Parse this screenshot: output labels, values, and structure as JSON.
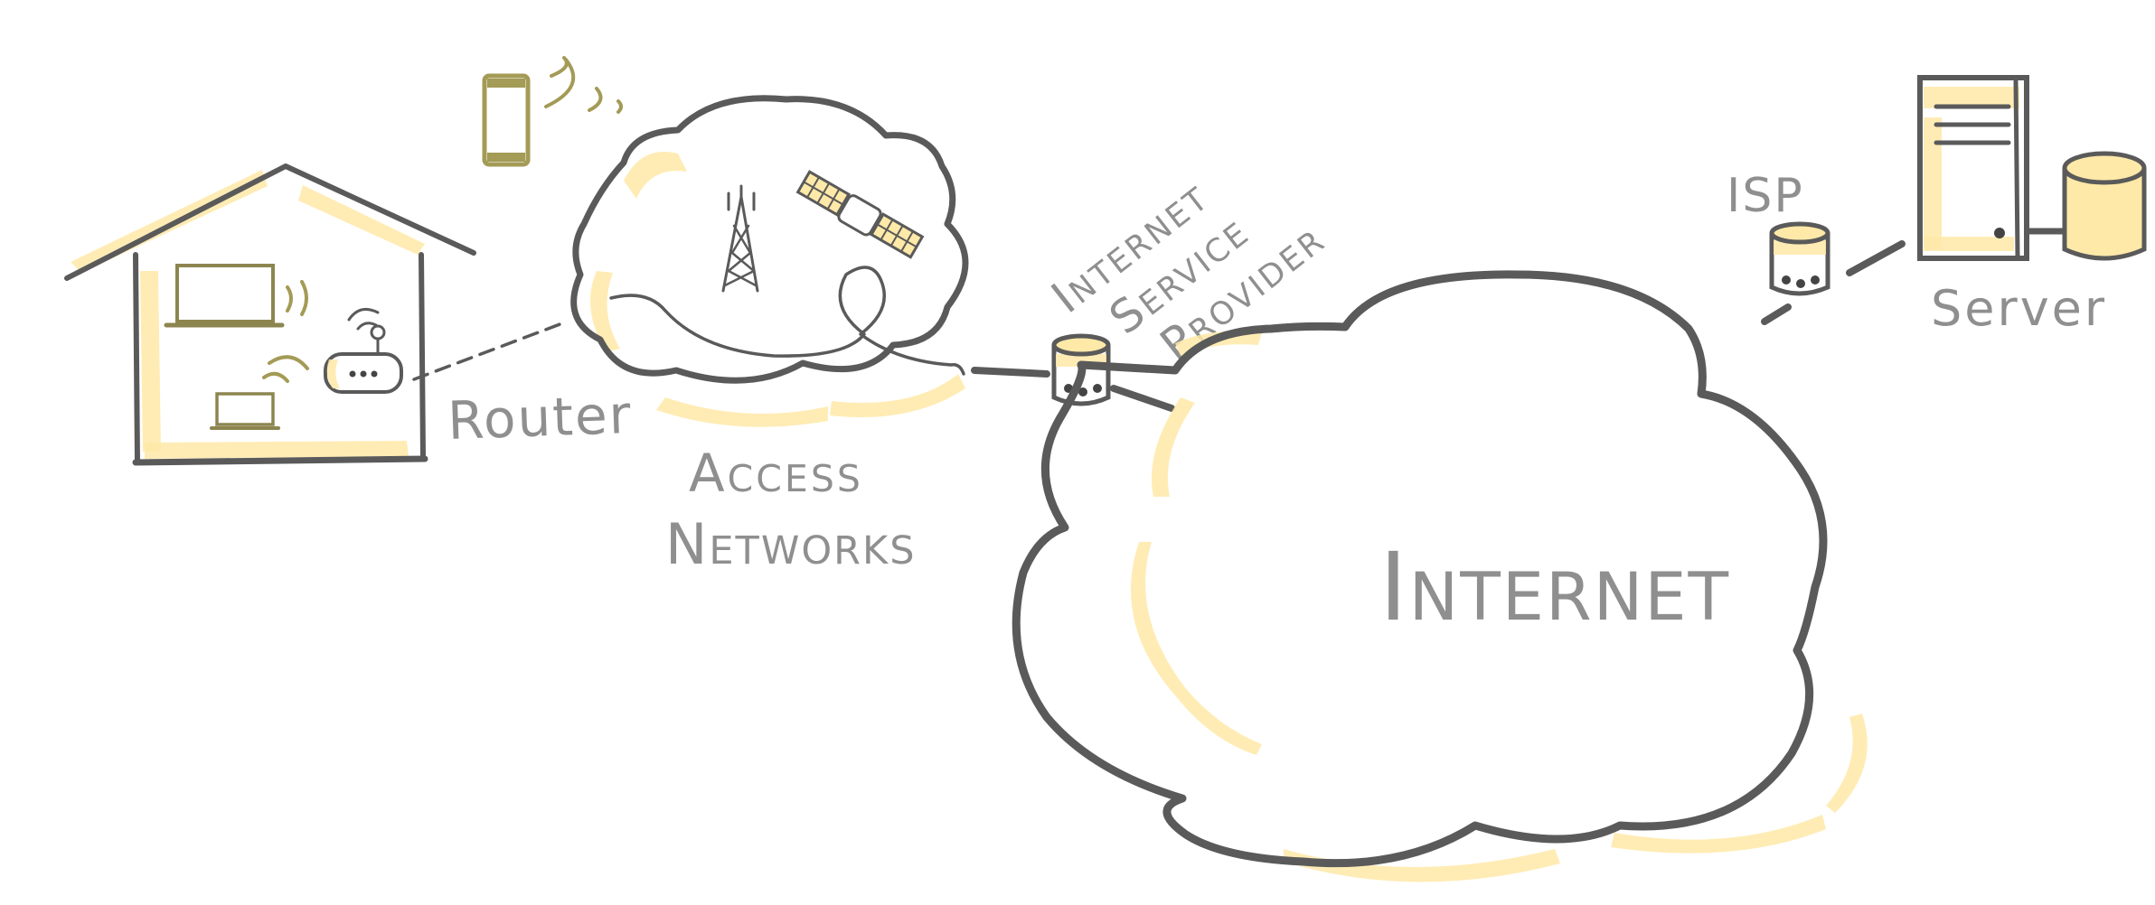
{
  "labels": {
    "router": "Router",
    "access": "Access",
    "networks": "Networks",
    "isp_line1": "Internet",
    "isp_line2": "Service",
    "isp_line3": "Provider",
    "isp_short": "ISP",
    "server": "Server",
    "internet": "Internet"
  },
  "colors": {
    "accent_yellow": "#ffe9a8",
    "stroke_gray": "#5a5a5a",
    "label_gray": "#8f8f8f",
    "device_olive": "#a39b56"
  },
  "icons": {
    "house": "house-icon",
    "laptop": "laptop-icon",
    "phone": "smartphone-icon",
    "router": "router-icon",
    "tower": "cell-tower-icon",
    "satellite": "satellite-icon",
    "isp_node": "isp-router-icon",
    "server": "server-icon",
    "database": "database-icon"
  }
}
